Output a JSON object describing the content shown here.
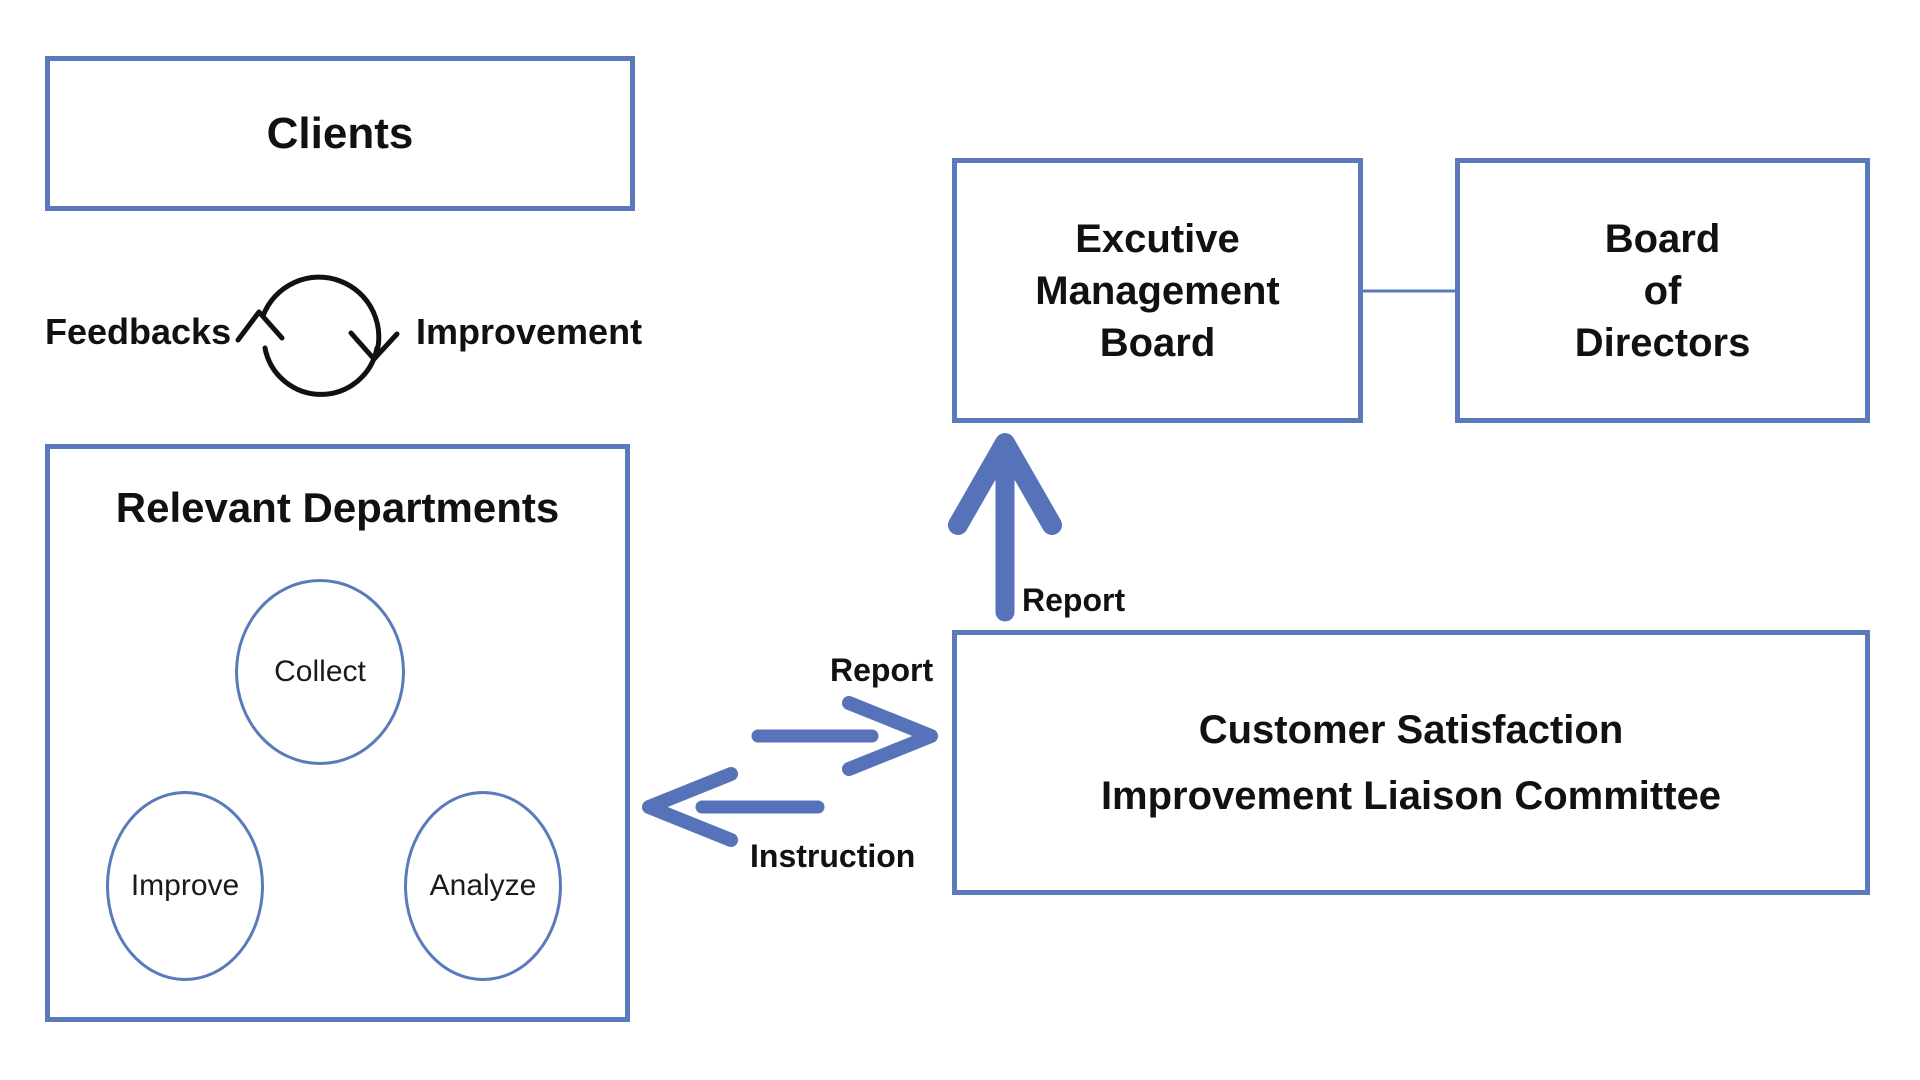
{
  "clients": {
    "label": "Clients"
  },
  "cycle": {
    "left": "Feedbacks",
    "right": "Improvement"
  },
  "departments": {
    "title": "Relevant Departments",
    "collect": "Collect",
    "improve": "Improve",
    "analyze": "Analyze"
  },
  "emb": {
    "line1": "Excutive",
    "line2": "Management",
    "line3": "Board"
  },
  "bod": {
    "line1": "Board",
    "line2": "of",
    "line3": "Directors"
  },
  "committee": {
    "line1": "Customer Satisfaction",
    "line2": "Improvement Liaison Committee"
  },
  "labels": {
    "report_up": "Report",
    "report_right": "Report",
    "instruction": "Instruction"
  },
  "colors": {
    "box_border": "#5b7abc",
    "arrow": "#5673b9",
    "cycle_stroke": "#111111",
    "text": "#111111",
    "background": "#ffffff"
  }
}
